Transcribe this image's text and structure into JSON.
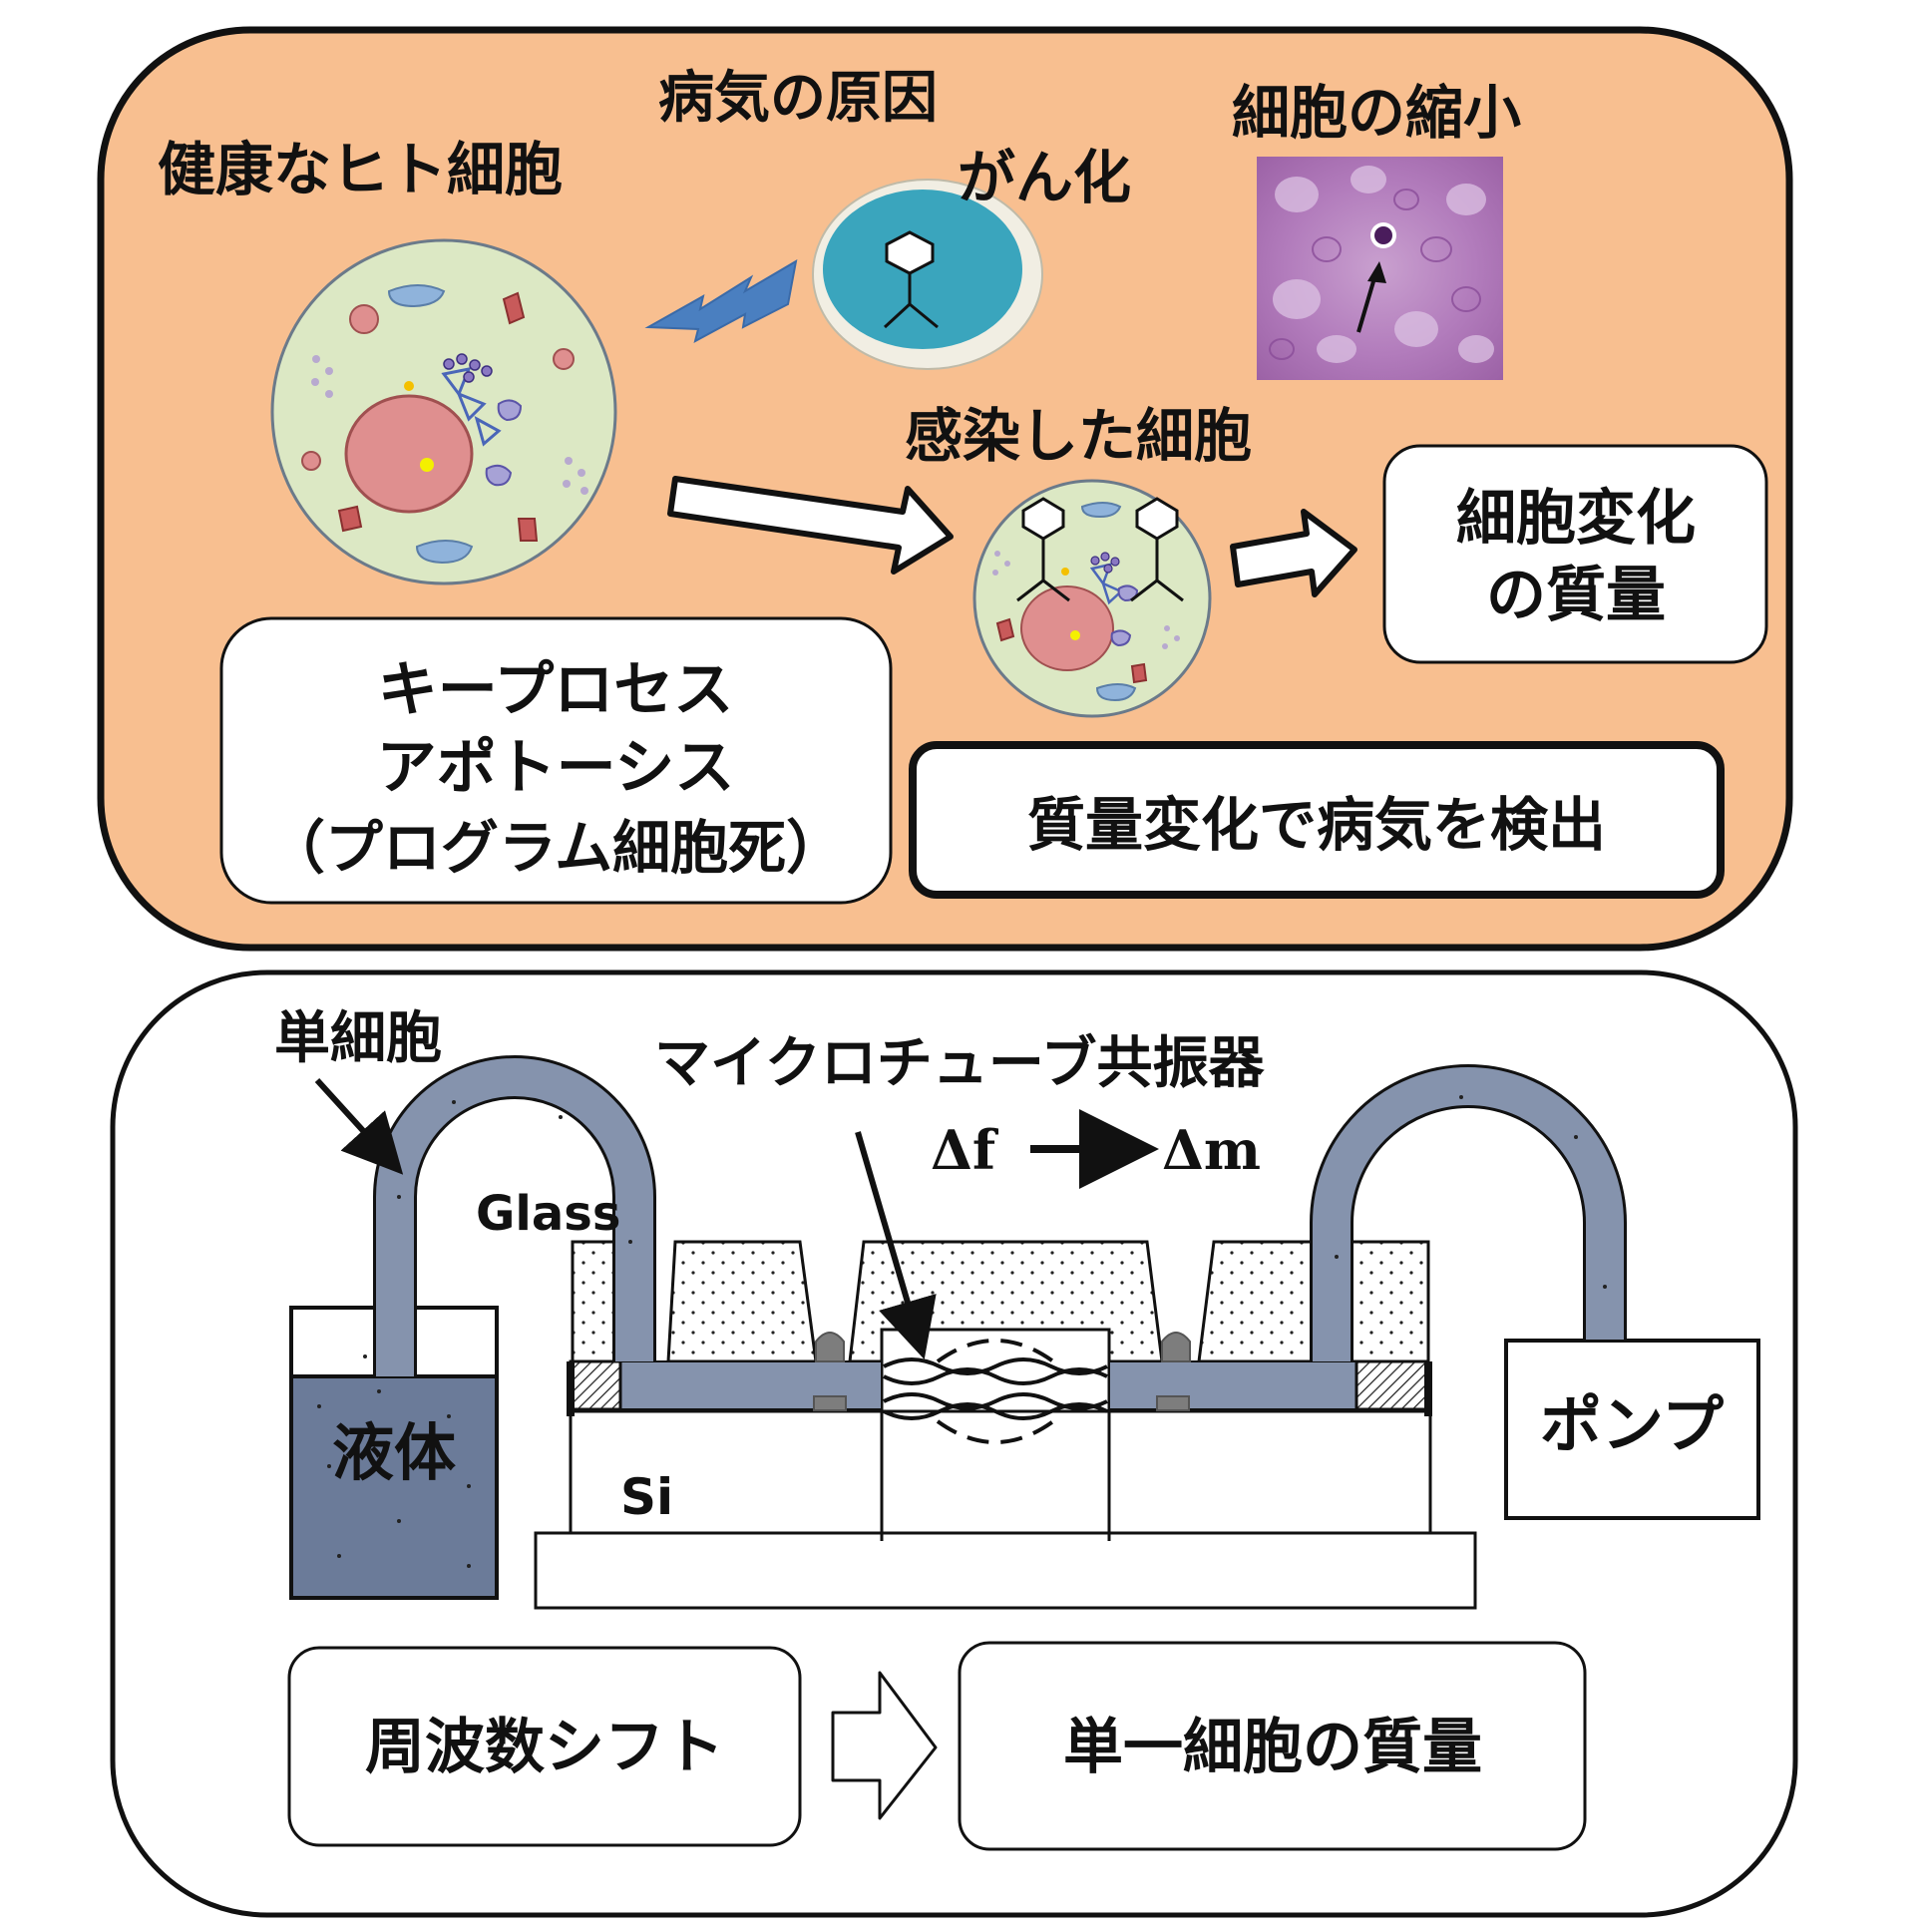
{
  "top_panel": {
    "healthy_cell_label": "健康なヒト細胞",
    "disease_cause_label": "病気の原因",
    "cancer_label": "がん化",
    "cell_shrink_label": "細胞の縮小",
    "infected_cell_label": "感染した細胞",
    "cell_change_mass_line1": "細胞変化",
    "cell_change_mass_line2": "の質量",
    "key_process_line1": "キープロセス",
    "key_process_line2": "アポトーシス",
    "key_process_line3": "（プログラム細胞死）",
    "detect_label": "質量変化で病気を検出",
    "colors": {
      "panel_fill": "#f8bf90",
      "cell_fill": "#dce8c4",
      "nucleus_fill": "#df8f8f",
      "virus_fill": "#3aa5bd"
    }
  },
  "bottom_panel": {
    "single_cell_label": "単細胞",
    "resonator_label": "マイクロチューブ共振器",
    "delta_f_label": "Δf",
    "delta_m_label": "Δm",
    "glass_label": "Glass",
    "si_label": "Si",
    "liquid_label": "液体",
    "pump_label": "ポンプ",
    "freq_shift_label": "周波数シフト",
    "single_cell_mass_label": "単一細胞の質量",
    "colors": {
      "tube_fill": "#8593ad",
      "liquid_fill": "#6b7b99"
    }
  }
}
